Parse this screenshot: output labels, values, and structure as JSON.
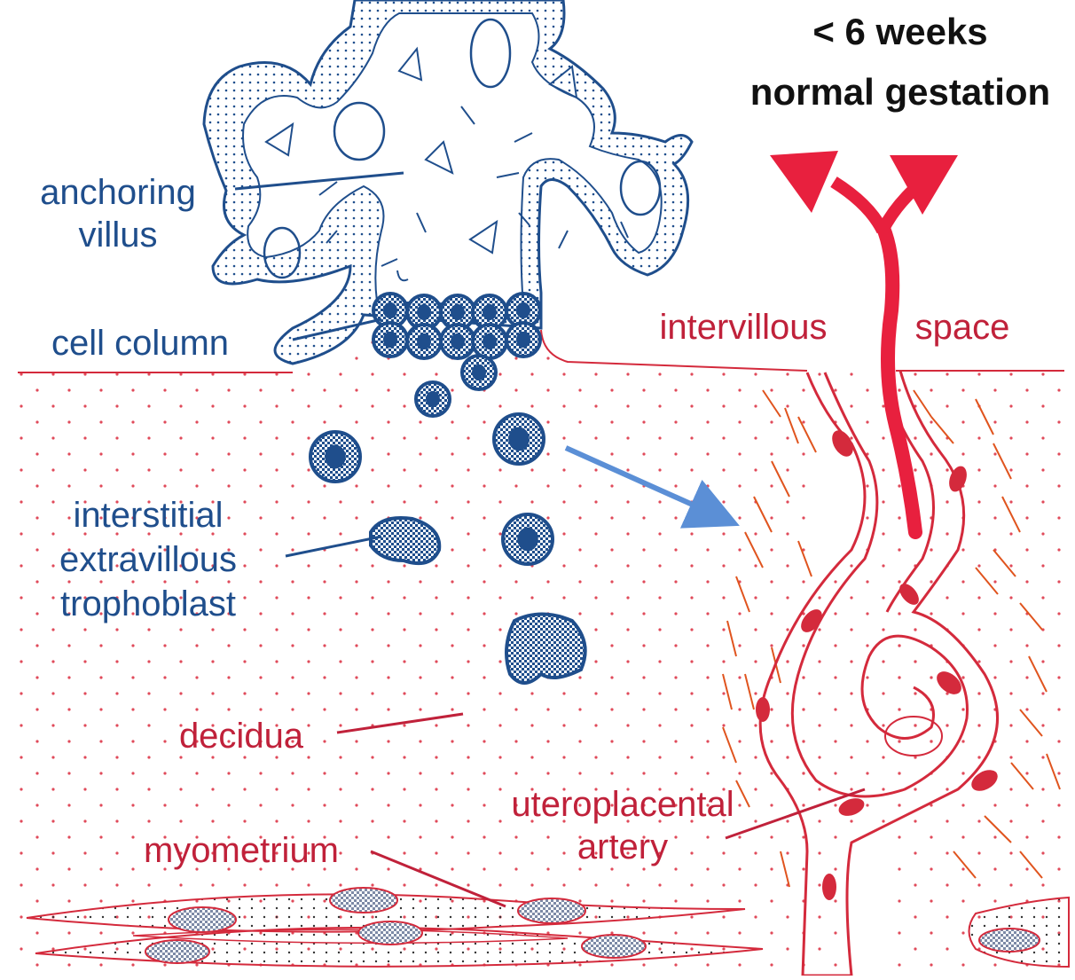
{
  "title": {
    "line1": "< 6 weeks",
    "line2": "normal gestation"
  },
  "labels": {
    "anchoring_villus": [
      "anchoring",
      "villus"
    ],
    "cell_column": "cell column",
    "interstitial_evt": [
      "interstitial",
      "extravillous",
      "trophoblast"
    ],
    "decidua": "decidua",
    "myometrium": "myometrium",
    "intervillous": "intervillous",
    "space": "space",
    "uteroplacental_artery": [
      "uteroplacental",
      "artery"
    ]
  },
  "colors": {
    "fetal_blue": "#1f4e8c",
    "maternal_red": "#d42a3c",
    "flow_arrow": "#e8203e",
    "invasion_arrow": "#5b8fd6",
    "title_black": "#111111"
  }
}
